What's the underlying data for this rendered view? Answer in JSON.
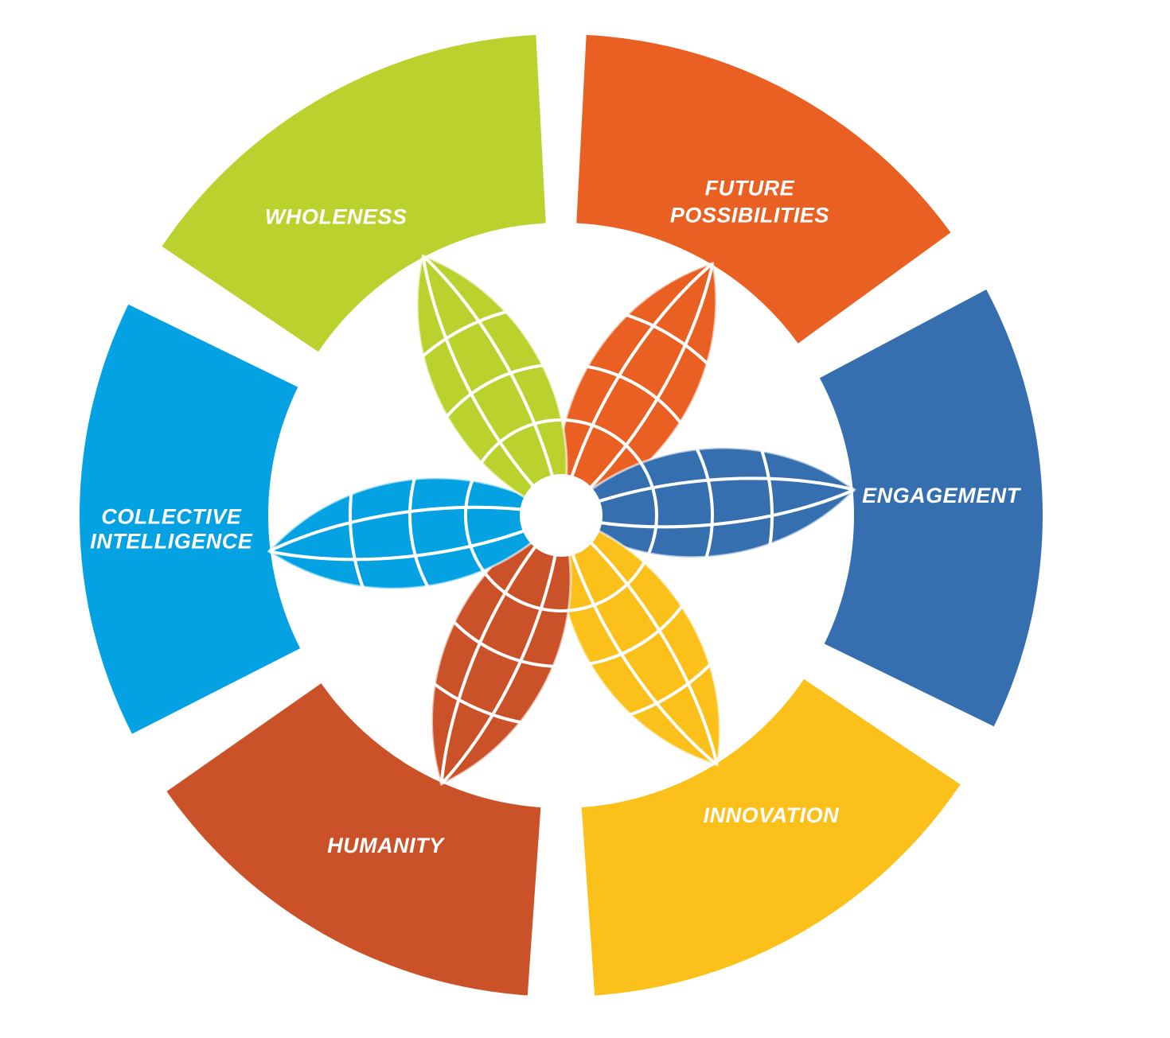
{
  "segments": [
    {
      "id": "future-possibilities",
      "lines": [
        "FUTURE",
        "POSSIBILITIES"
      ],
      "color": "#E96022"
    },
    {
      "id": "engagement",
      "lines": [
        "ENGAGEMENT"
      ],
      "color": "#366FAF"
    },
    {
      "id": "innovation",
      "lines": [
        "INNOVATION"
      ],
      "color": "#FBC01A"
    },
    {
      "id": "humanity",
      "lines": [
        "HUMANITY"
      ],
      "color": "#CB5128"
    },
    {
      "id": "collective-intelligence",
      "lines": [
        "COLLECTIVE",
        "INTELLIGENCE"
      ],
      "color": "#05A2E3"
    },
    {
      "id": "wholeness",
      "lines": [
        "WHOLENESS"
      ],
      "color": "#BBD12D"
    }
  ],
  "petals": [
    {
      "segment": "future-possibilities",
      "color": "#E96022"
    },
    {
      "segment": "engagement",
      "color": "#366FAF"
    },
    {
      "segment": "innovation",
      "color": "#FBC01A"
    },
    {
      "segment": "humanity",
      "color": "#CB5128"
    },
    {
      "segment": "collective-intelligence",
      "color": "#05A2E3"
    },
    {
      "segment": "wholeness",
      "color": "#BBD12D"
    }
  ],
  "center_color": "#ffffff"
}
